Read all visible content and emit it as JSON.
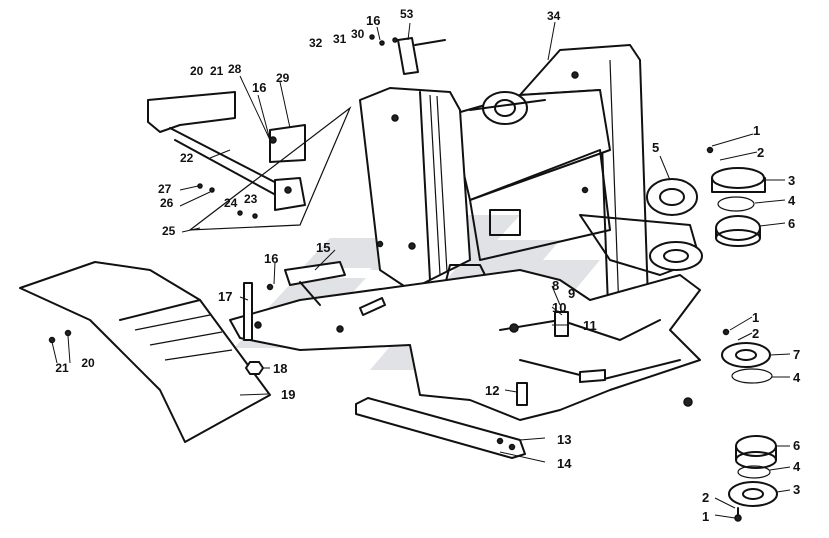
{
  "diagram": {
    "callouts": {
      "c1a": "1",
      "c2a": "2",
      "c3a": "3",
      "c4a": "4",
      "c5": "5",
      "c6a": "6",
      "c1b": "1",
      "c2b": "2",
      "c7": "7",
      "c4b": "4",
      "c6b": "6",
      "c4c": "4",
      "c3b": "3",
      "c2c": "2",
      "c1c": "1",
      "c8": "8",
      "c9": "9",
      "c10": "10",
      "c11": "11",
      "c12": "12",
      "c13": "13",
      "c14": "14",
      "c15": "15",
      "c16a": "16",
      "c17": "17",
      "c18": "18",
      "c19": "19",
      "c21a": "21",
      "c20a": "20",
      "c16b": "16",
      "c53": "53",
      "c30": "30",
      "c31": "31",
      "c32": "32",
      "c34": "34",
      "c20b": "20",
      "c21b": "21",
      "c28": "28",
      "c16c": "16",
      "c29": "29",
      "c22": "22",
      "c27": "27",
      "c26": "26",
      "c24": "24",
      "c23": "23",
      "c25": "25"
    },
    "colors": {
      "ink": "#111111",
      "watermark": "#c8cbd2"
    }
  }
}
